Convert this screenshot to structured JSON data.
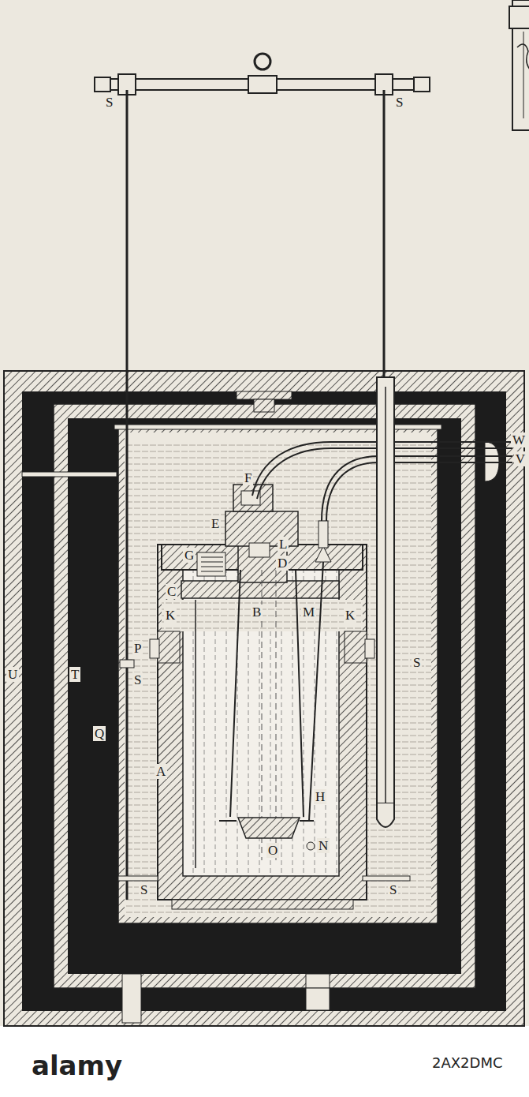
{
  "diagram": {
    "labels": [
      "S",
      "S",
      "W",
      "V",
      "F",
      "E",
      "L",
      "G",
      "D",
      "C",
      "K",
      "B",
      "M",
      "K",
      "P",
      "S",
      "U",
      "T",
      "S",
      "Q",
      "A",
      "H",
      "N",
      "O",
      "S",
      "S",
      "alamy",
      "2AX2DMC"
    ]
  }
}
